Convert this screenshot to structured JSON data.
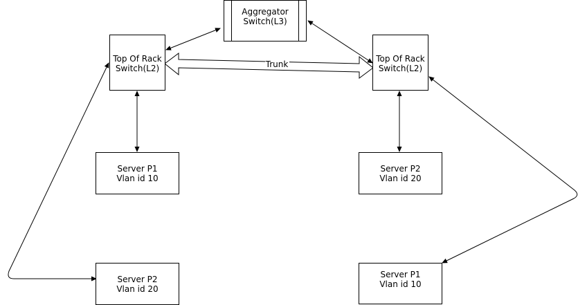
{
  "colors": {
    "stroke": "#000000",
    "fill": "#ffffff",
    "text": "#000000"
  },
  "nodes": {
    "aggregator": {
      "line1": "Aggregator",
      "line2": "Switch(L3)"
    },
    "tor_left": {
      "line1": "Top Of Rack",
      "line2": "Switch(L2)"
    },
    "tor_right": {
      "line1": "Top Of Rack",
      "line2": "Switch(L2)"
    },
    "server_left_top": {
      "line1": "Server P1",
      "line2": "Vlan id 10"
    },
    "server_right_top": {
      "line1": "Server P2",
      "line2": "Vlan id 20"
    },
    "server_left_bottom": {
      "line1": "Server P2",
      "line2": "Vlan id 20"
    },
    "server_right_bottom": {
      "line1": "Server P1",
      "line2": "Vlan id 10"
    }
  },
  "edges": {
    "trunk_label": "Trunk"
  }
}
